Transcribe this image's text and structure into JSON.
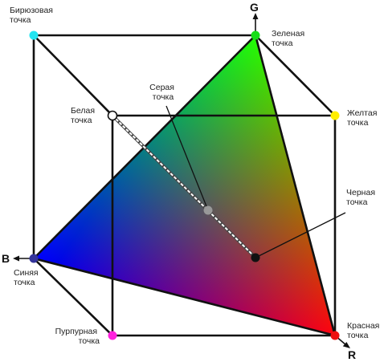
{
  "axes": {
    "r": "R",
    "g": "G",
    "b": "B"
  },
  "points": {
    "cyan": {
      "line1": "Бирюзовая",
      "line2": "точка",
      "color": "#22e4f0"
    },
    "green": {
      "line1": "Зеленая",
      "line2": "точка",
      "color": "#18dd18"
    },
    "white": {
      "line1": "Белая",
      "line2": "точка",
      "color": "#ffffff"
    },
    "gray": {
      "line1": "Серая",
      "line2": "точка",
      "color": "#999999"
    },
    "yellow": {
      "line1": "Желтая",
      "line2": "точка",
      "color": "#ffee00"
    },
    "black": {
      "line1": "Черная",
      "line2": "точка",
      "color": "#111111"
    },
    "blue": {
      "line1": "Синяя",
      "line2": "точка",
      "color": "#333399"
    },
    "magenta": {
      "line1": "Пурпурная",
      "line2": "точка",
      "color": "#ff22dd"
    },
    "red": {
      "line1": "Красная",
      "line2": "точка",
      "color": "#ee1111"
    }
  },
  "triangle_colors": {
    "red": "#ff0000",
    "green": "#00ff00",
    "blue": "#0000ff"
  }
}
